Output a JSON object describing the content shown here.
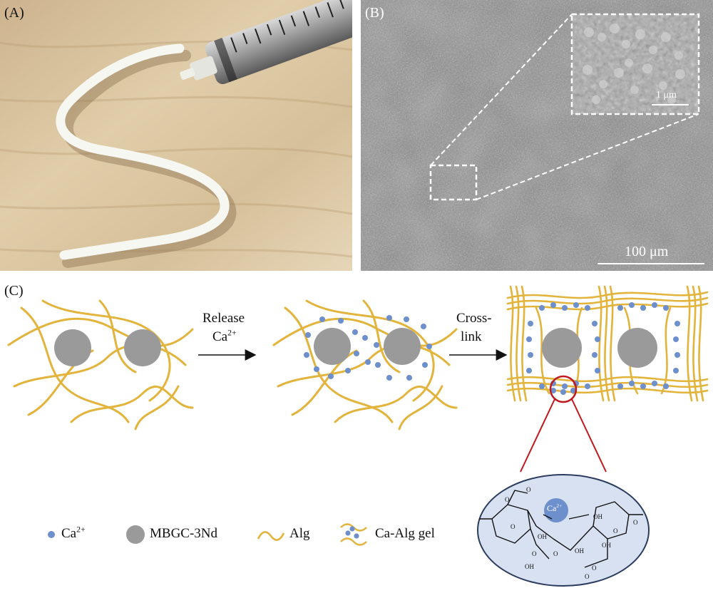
{
  "panels": {
    "a": {
      "label": "(A)"
    },
    "b": {
      "label": "(B)",
      "inset_scale": "1 μm",
      "main_scale": "100 μm"
    },
    "c": {
      "label": "(C)"
    }
  },
  "steps": {
    "release_line1": "Release",
    "release_line2": "Ca",
    "release_sup": "2+",
    "crosslink_line1": "Cross-",
    "crosslink_line2": "link"
  },
  "legend": [
    {
      "label": "Ca",
      "sup": "2+"
    },
    {
      "label": "MBGC-3Nd",
      "sup": ""
    },
    {
      "label": "Alg",
      "sup": ""
    },
    {
      "label": "Ca-Alg gel",
      "sup": ""
    }
  ],
  "chem": {
    "ion_label": "Ca",
    "ion_sup": "2+",
    "oh_labels": [
      "OH",
      "OH",
      "OH",
      "OH",
      "OH"
    ],
    "o_labels": [
      "O",
      "O",
      "O",
      "O",
      "O",
      "O",
      "O",
      "O",
      "O"
    ]
  },
  "colors": {
    "alg_strand": "#e2b43c",
    "ca_ion": "#6d8fcb",
    "particle": "#9a9a9a",
    "zoom_circle": "#c0191d",
    "wood": "#d8c4a2",
    "sem": "#8d8d8d"
  }
}
